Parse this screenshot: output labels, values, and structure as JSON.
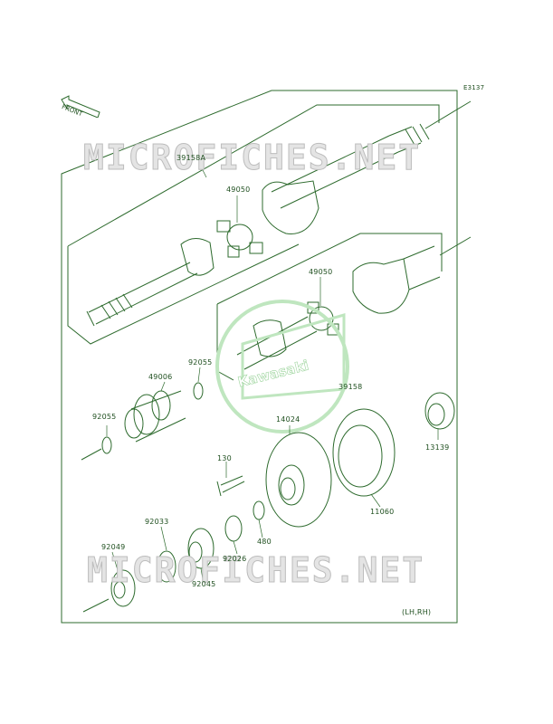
{
  "diagram_code": "E3137",
  "front_label": "FRONT",
  "watermark_text": "MICROFICHES.NET",
  "logo_text": "Kawasaki",
  "variant_note": "(LH,RH)",
  "colors": {
    "line": "#2e6b2e",
    "label": "#1f4f1f",
    "logo": "#bfe6bf"
  },
  "parts": {
    "p39158A": "39158A",
    "p49050_top": "49050",
    "p49050_mid": "49050",
    "p39158": "39158",
    "p49006": "49006",
    "p92055_a": "92055",
    "p92055_b": "92055",
    "p14024": "14024",
    "p13139": "13139",
    "p130": "130",
    "p11060": "11060",
    "p92033": "92033",
    "p92049": "92049",
    "p92026": "92026",
    "p480": "480",
    "p92045": "92045"
  }
}
